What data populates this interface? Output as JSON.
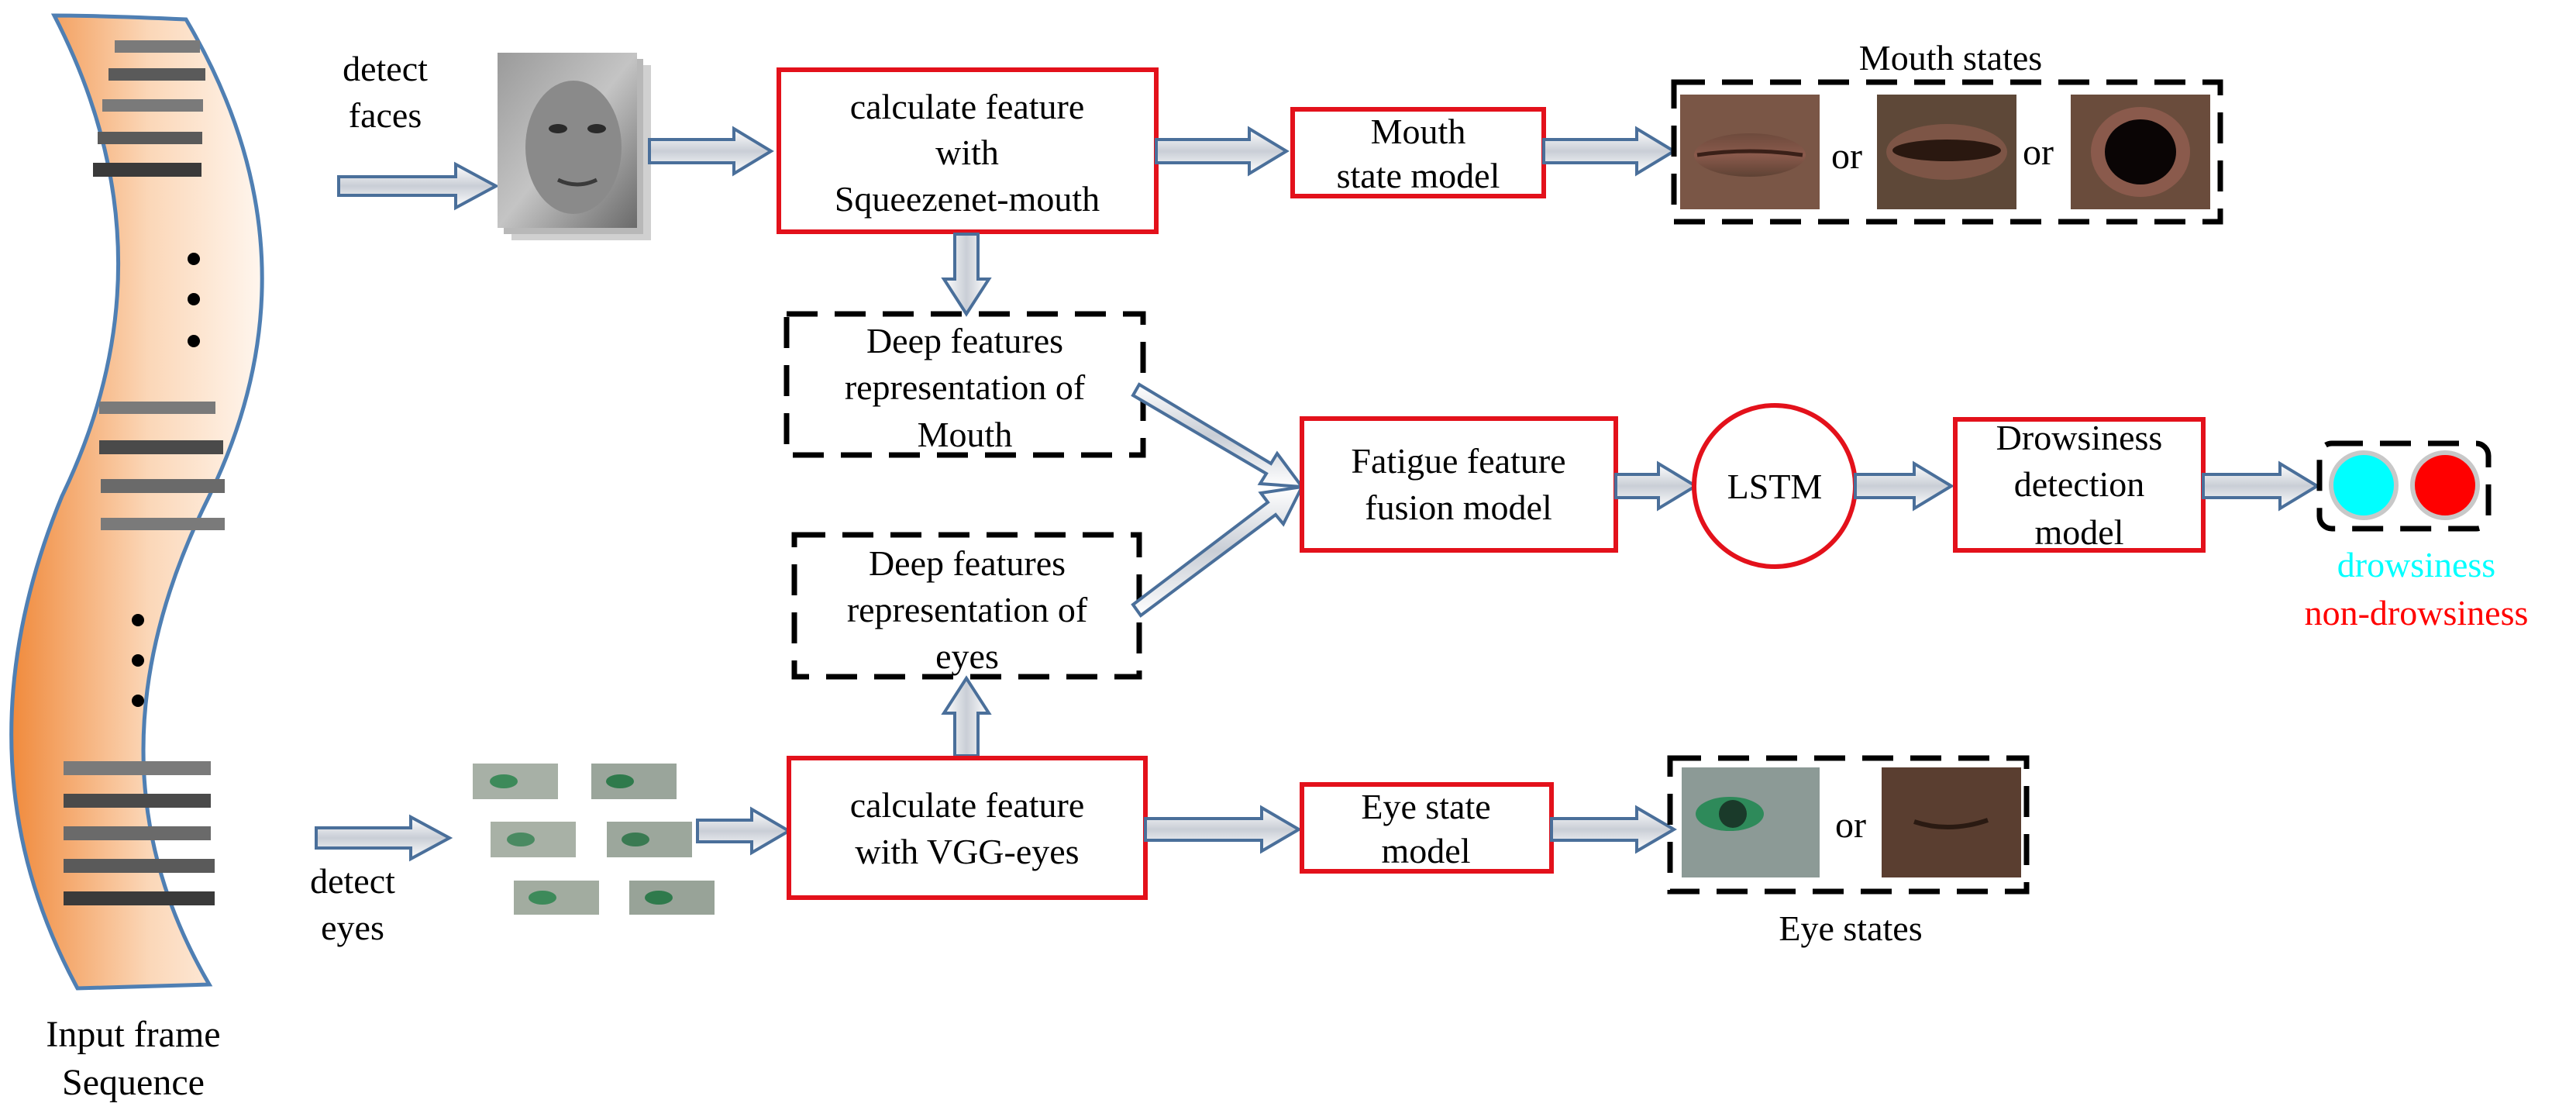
{
  "labels": {
    "detect_faces": [
      "detect",
      "faces"
    ],
    "detect_eyes": [
      "detect",
      "eyes"
    ],
    "input_frame": [
      "Input frame",
      "Sequence"
    ],
    "mouth_states": "Mouth states",
    "eye_states": "Eye states",
    "or": "or"
  },
  "boxes": {
    "squeezenet": [
      "calculate feature",
      "with",
      "Squeezenet-mouth"
    ],
    "mouth_state_model": [
      "Mouth",
      "state model"
    ],
    "deep_mouth": [
      "Deep features",
      "representation of",
      "Mouth"
    ],
    "deep_eyes": [
      "Deep features",
      "representation of",
      "eyes"
    ],
    "fusion": [
      "Fatigue feature",
      "fusion model"
    ],
    "lstm": "LSTM",
    "drowsiness_detection": [
      "Drowsiness",
      "detection",
      "model"
    ],
    "vgg": [
      "calculate feature",
      "with VGG-eyes"
    ],
    "eye_state_model": [
      "Eye state",
      "model"
    ]
  },
  "outputs": {
    "drowsiness": "drowsiness",
    "non_drowsiness": "non-drowsiness"
  },
  "colors": {
    "red_box": "#e3111b",
    "arrow_stroke": "#4a6f9a",
    "frame_orange": "#f08f45",
    "drowsiness": "#00ffff",
    "non_drowsiness": "#ff0000"
  }
}
